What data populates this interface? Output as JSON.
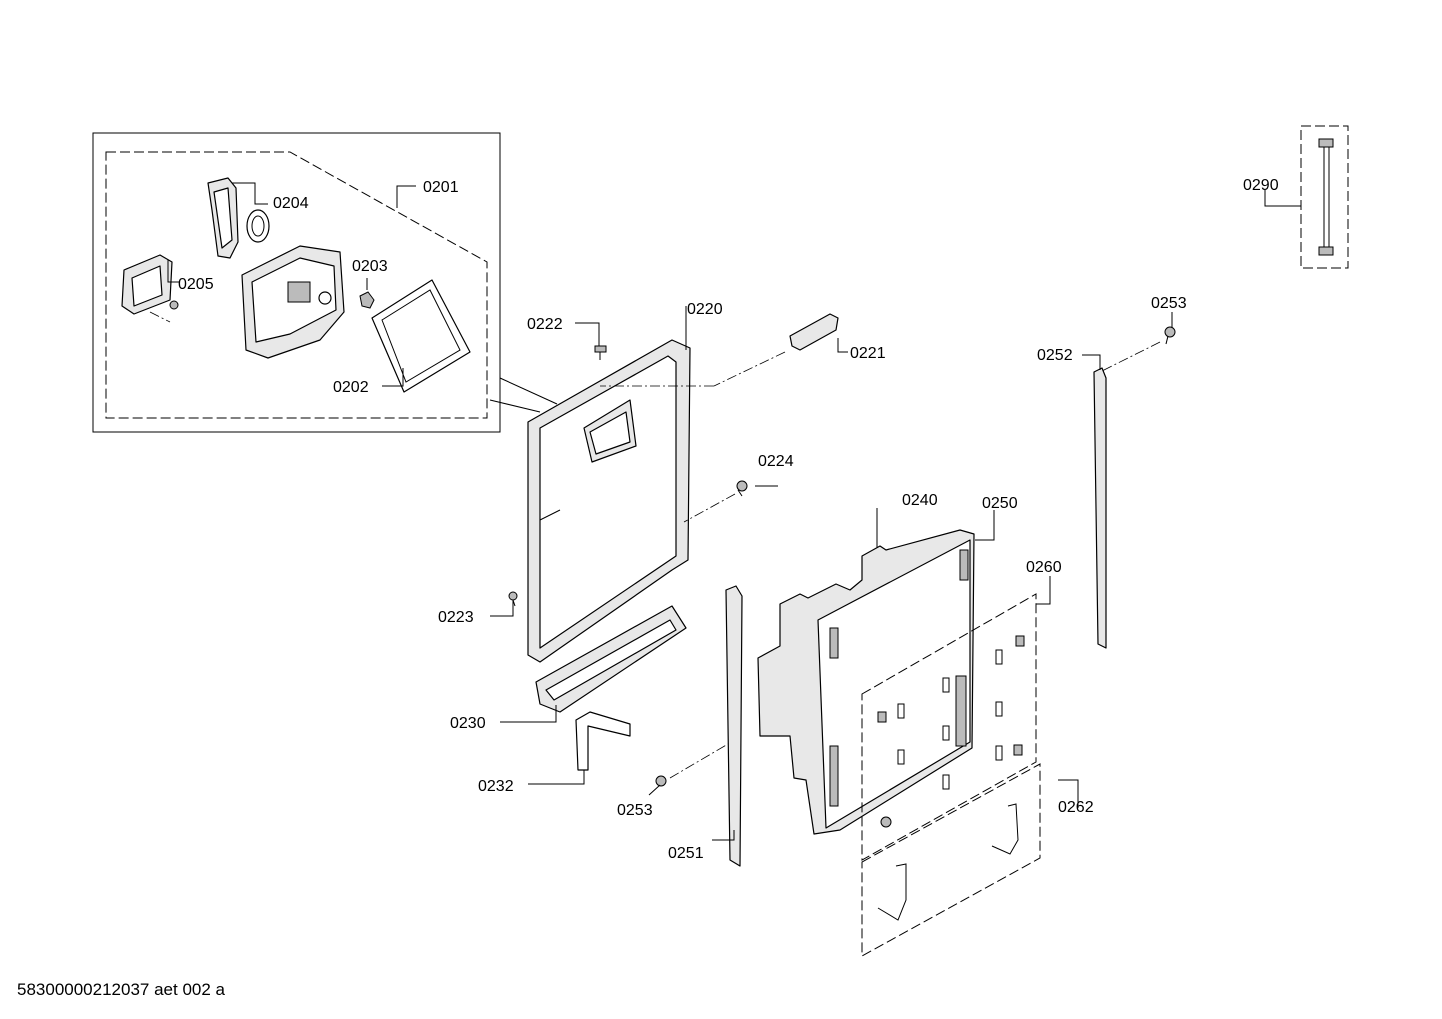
{
  "labels": {
    "l0201": "0201",
    "l0202": "0202",
    "l0203": "0203",
    "l0204": "0204",
    "l0205": "0205",
    "l0220": "0220",
    "l0221": "0221",
    "l0222": "0222",
    "l0223": "0223",
    "l0224": "0224",
    "l0230": "0230",
    "l0232": "0232",
    "l0240": "0240",
    "l0250": "0250",
    "l0251": "0251",
    "l0252": "0252",
    "l0253a": "0253",
    "l0253b": "0253",
    "l0260": "0260",
    "l0262": "0262",
    "l0290": "0290"
  },
  "footer": {
    "document_code": "58300000212037 aet 002 a"
  }
}
